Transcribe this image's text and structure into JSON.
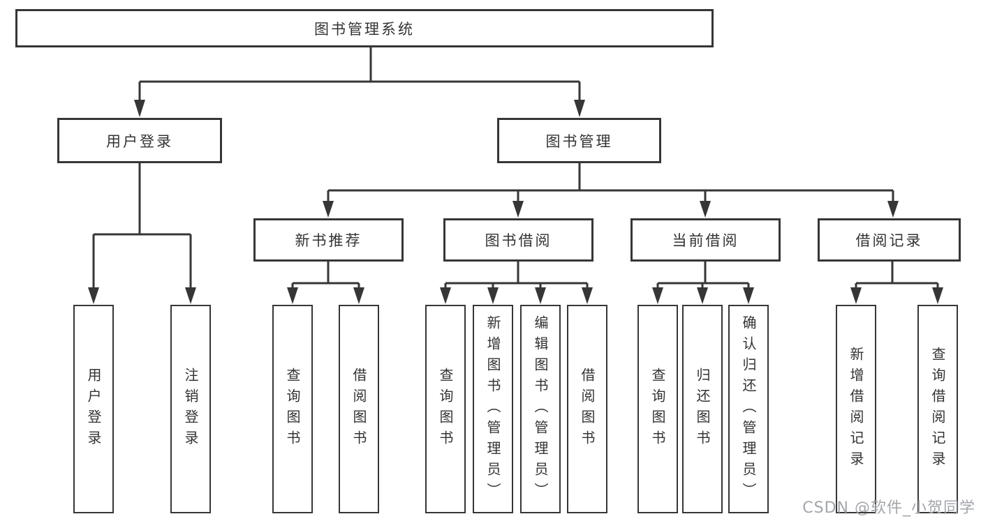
{
  "colors": {
    "line": "#363636",
    "text": "#333333",
    "background": "#ffffff",
    "watermark": "#a2a6ab"
  },
  "tree": {
    "label": "图书管理系统",
    "children": [
      {
        "label": "用户登录",
        "children": [
          {
            "label": "用户登录"
          },
          {
            "label": "注销登录"
          }
        ]
      },
      {
        "label": "图书管理",
        "children": [
          {
            "label": "新书推荐",
            "children": [
              {
                "label": "查询图书"
              },
              {
                "label": "借阅图书"
              }
            ]
          },
          {
            "label": "图书借阅",
            "children": [
              {
                "label": "查询图书"
              },
              {
                "label": "新增图书（管理员）"
              },
              {
                "label": "编辑图书（管理员）"
              },
              {
                "label": "借阅图书"
              }
            ]
          },
          {
            "label": "当前借阅",
            "children": [
              {
                "label": "查询图书"
              },
              {
                "label": "归还图书"
              },
              {
                "label": "确认归还（管理员）"
              }
            ]
          },
          {
            "label": "借阅记录",
            "children": [
              {
                "label": "新增借阅记录"
              },
              {
                "label": "查询借阅记录"
              }
            ]
          }
        ]
      }
    ]
  },
  "watermark": {
    "text": "CSDN @软件_小贺同学"
  }
}
